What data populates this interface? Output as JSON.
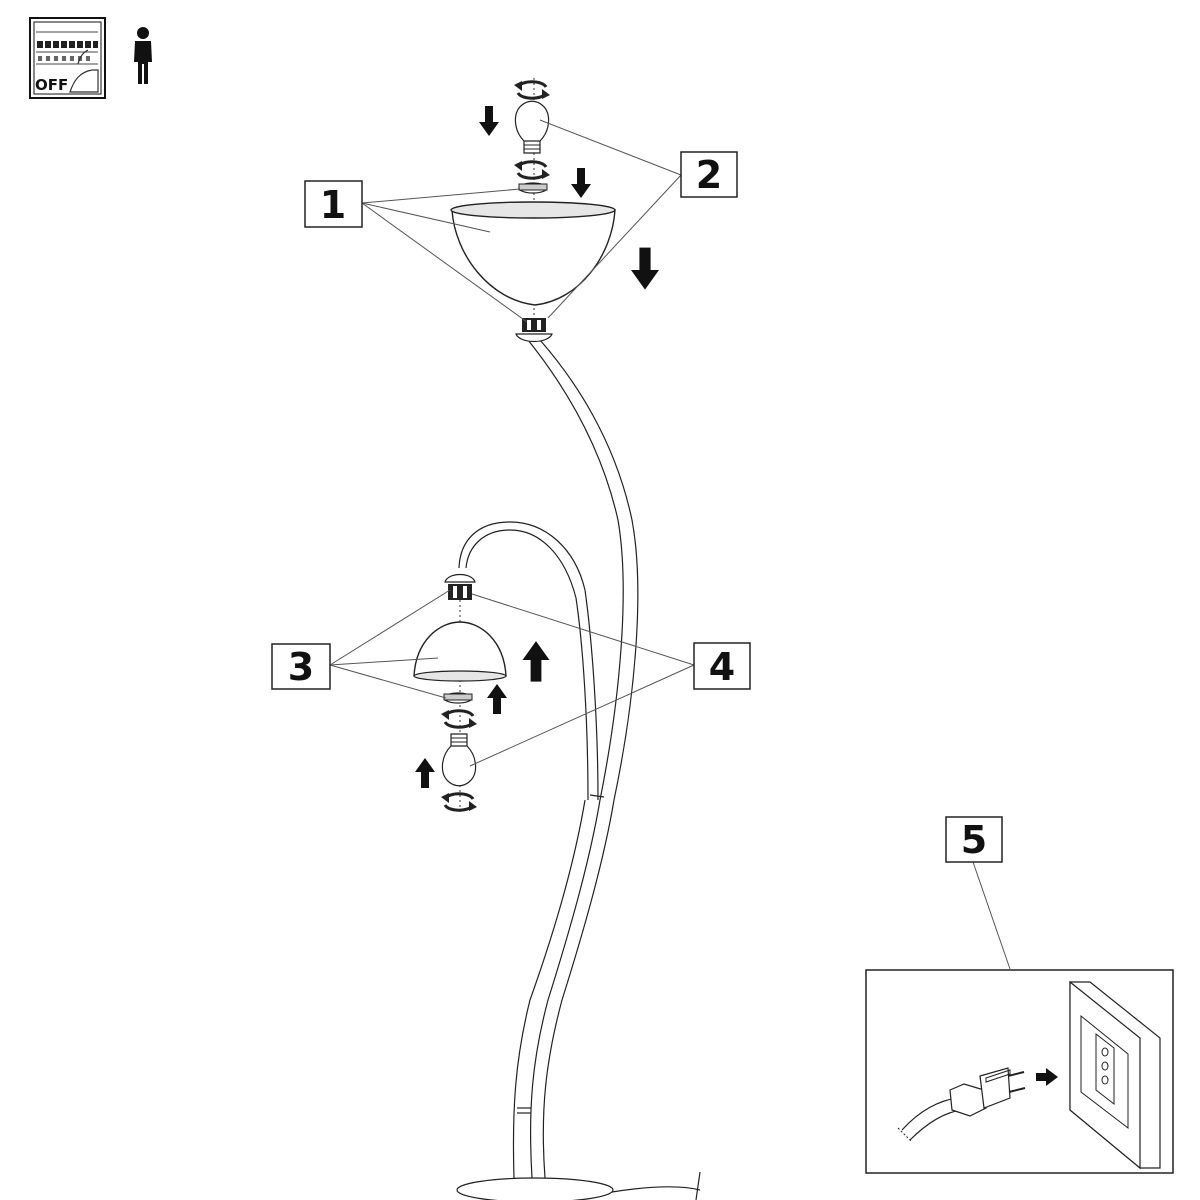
{
  "icons": {
    "power_panel": {
      "icon": "breaker-panel-icon",
      "label": "OFF"
    },
    "person": {
      "icon": "person-icon"
    }
  },
  "steps": [
    {
      "id": "1",
      "label": "1"
    },
    {
      "id": "2",
      "label": "2"
    },
    {
      "id": "3",
      "label": "3"
    },
    {
      "id": "4",
      "label": "4"
    },
    {
      "id": "5",
      "label": "5"
    }
  ],
  "colors": {
    "ink": "#222222",
    "fill_dark": "#111111",
    "shade": "#e6e6e6",
    "background": "#ffffff"
  }
}
